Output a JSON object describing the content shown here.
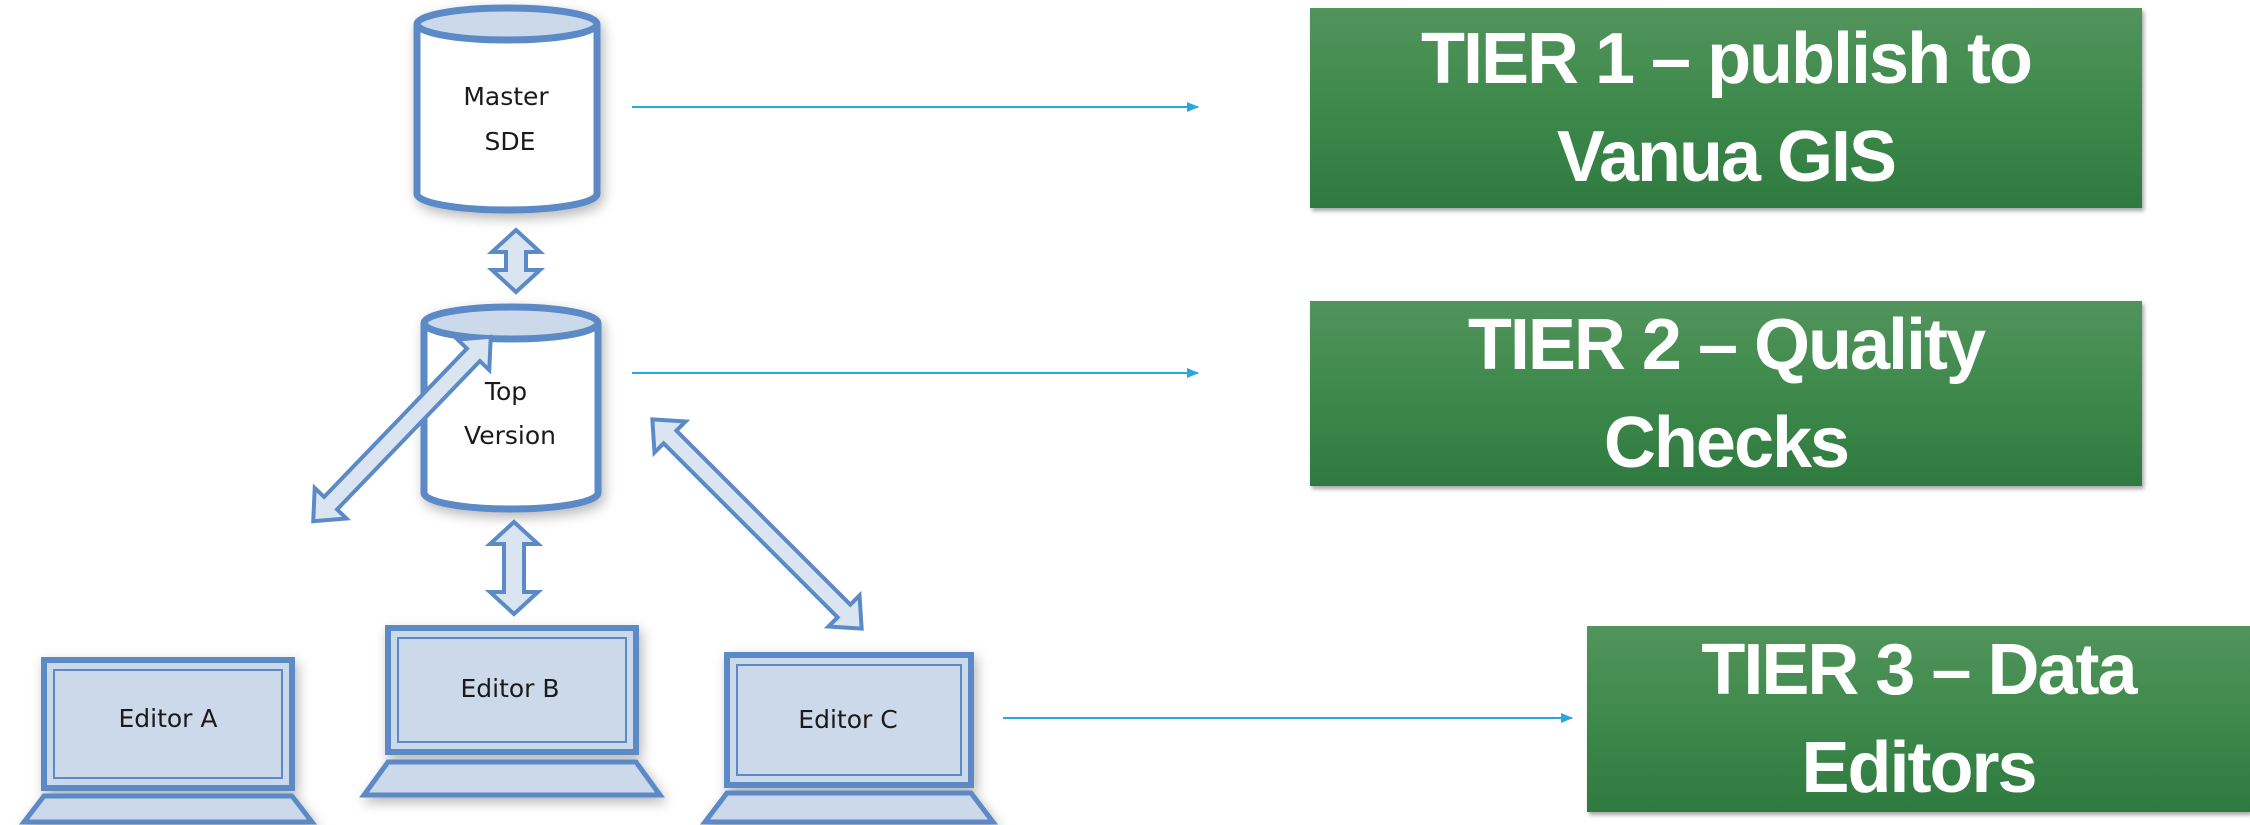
{
  "nodes": {
    "master_sde": [
      "Master",
      "SDE"
    ],
    "top_version": [
      "Top",
      "Version"
    ],
    "editor_a": "Editor A",
    "editor_b": "Editor B",
    "editor_c": "Editor C"
  },
  "tiers": [
    {
      "lines": [
        "TIER 1 – publish to",
        "Vanua GIS"
      ]
    },
    {
      "lines": [
        "TIER 2 – Quality",
        "Checks"
      ]
    },
    {
      "lines": [
        "TIER 3 – Data",
        "Editors"
      ]
    }
  ],
  "colors": {
    "tier_box": "#3f8a4c",
    "connector": "#29a6dc",
    "shape_outline": "#5b8ac6",
    "shape_fill_light": "#ccd9ea"
  }
}
